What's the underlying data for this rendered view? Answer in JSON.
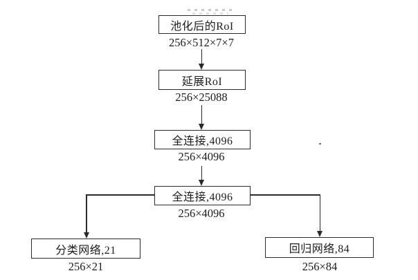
{
  "diagram": {
    "title_hint": "RoI head network flowchart",
    "colors": {
      "line": "#2a2a2a",
      "background": "#ffffff",
      "text": "#1c1c1c"
    },
    "nodes": [
      {
        "id": "pooled-roi",
        "label": "池化后的RoI",
        "dim": "256×512×7×7"
      },
      {
        "id": "flatten-roi",
        "label": "延展RoI",
        "dim": "256×25088"
      },
      {
        "id": "fc1",
        "label": "全连接,4096",
        "dim": "256×4096"
      },
      {
        "id": "fc2",
        "label": "全连接,4096",
        "dim": "256×4096"
      },
      {
        "id": "classification",
        "label": "分类网络,21",
        "dim": "256×21"
      },
      {
        "id": "regression",
        "label": "回归网络,84",
        "dim": "256×84"
      }
    ],
    "edges": [
      {
        "from": "pooled-roi",
        "to": "flatten-roi"
      },
      {
        "from": "flatten-roi",
        "to": "fc1"
      },
      {
        "from": "fc1",
        "to": "fc2"
      },
      {
        "from": "fc2",
        "to": "classification"
      },
      {
        "from": "fc2",
        "to": "regression"
      }
    ]
  }
}
